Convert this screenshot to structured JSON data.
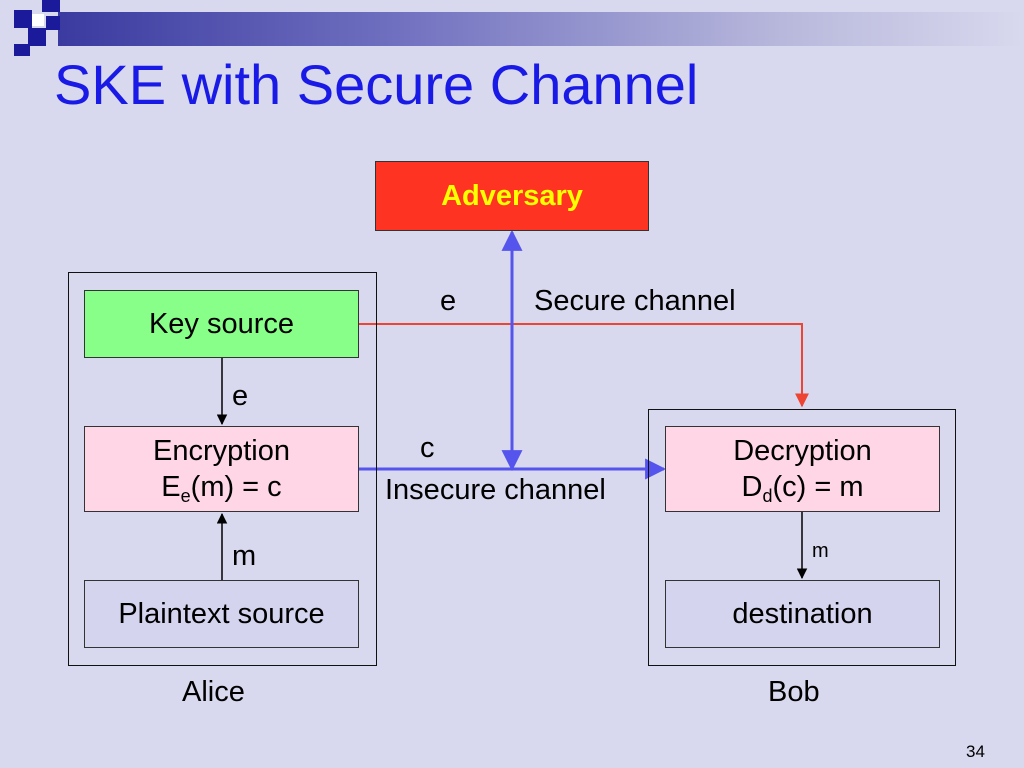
{
  "slide": {
    "title": "SKE with Secure Channel",
    "page_number": "34"
  },
  "colors": {
    "background": "#d8d8ee",
    "title": "#1a1ae6",
    "adversary_fill": "#ff3322",
    "adversary_text": "#ffff00",
    "key_source_fill": "#88ff88",
    "crypto_fill": "#ffd6e6",
    "dest_fill": "#d4d4ee",
    "secure_line": "#ee4433",
    "insecure_line": "#5555ee"
  },
  "adversary": {
    "label": "Adversary"
  },
  "alice": {
    "name": "Alice",
    "key_source": "Key source",
    "encryption": {
      "line1": "Encryption",
      "func": "E",
      "sub": "e",
      "rest": "(m) = c"
    },
    "plaintext_source": "Plaintext source",
    "key_arrow_label": "e",
    "message_arrow_label": "m"
  },
  "bob": {
    "name": "Bob",
    "decryption": {
      "line1": "Decryption",
      "func": "D",
      "sub": "d",
      "rest": "(c) = m"
    },
    "destination": "destination",
    "message_arrow_label": "m"
  },
  "channels": {
    "secure_key_label": "e",
    "secure_label": "Secure channel",
    "insecure_cipher_label": "c",
    "insecure_label": "Insecure channel"
  }
}
